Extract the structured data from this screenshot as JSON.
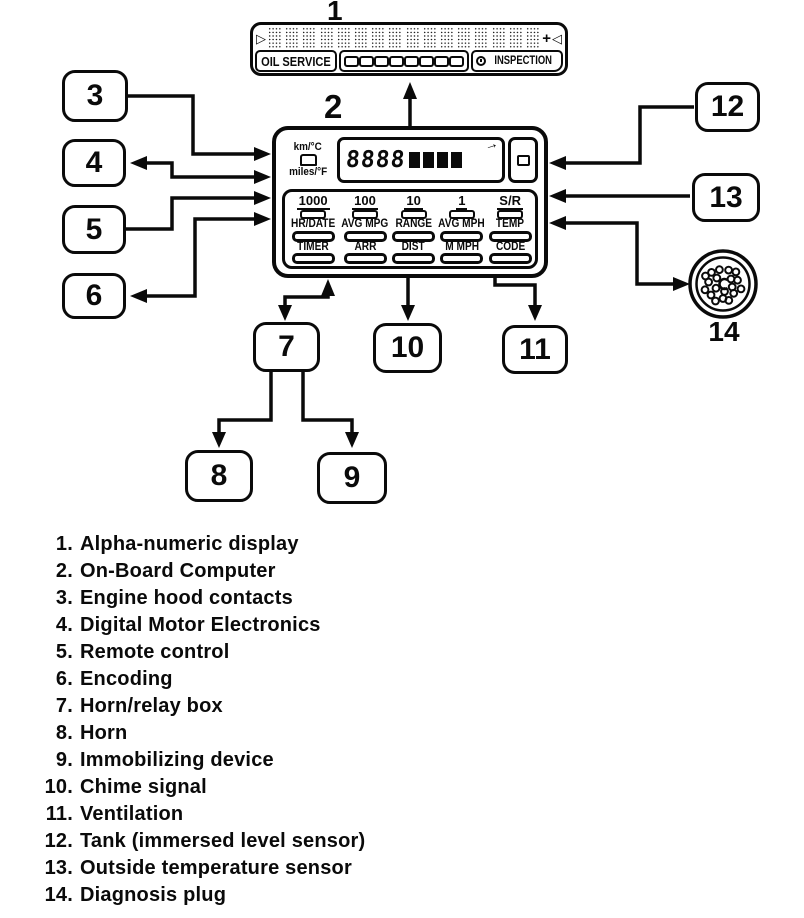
{
  "figure": {
    "display": {
      "label": "1",
      "left_arrow": "▷",
      "right_arrow": "◁",
      "plus": "+",
      "oil_service": "OIL SERVICE",
      "inspection": "INSPECTION"
    },
    "obc": {
      "label": "2",
      "unit_top": "km/°C",
      "unit_bottom": "miles/°F",
      "lcd_digits": "8888",
      "lcd_arrow": "→",
      "numbers": [
        "1000",
        "100",
        "10",
        "1",
        "S/R"
      ],
      "functions_top": [
        "HR/DATE",
        "AVG MPG",
        "RANGE",
        "AVG MPH",
        "TEMP"
      ],
      "functions_bottom": [
        "TIMER",
        "ARR",
        "DIST",
        "M MPH",
        "CODE"
      ]
    },
    "callouts": {
      "c3": "3",
      "c4": "4",
      "c5": "5",
      "c6": "6",
      "c7": "7",
      "c8": "8",
      "c9": "9",
      "c10": "10",
      "c11": "11",
      "c12": "12",
      "c13": "13",
      "c14": "14"
    },
    "line_color": "#0a0a0a"
  },
  "legend": {
    "items": [
      {
        "num": "1.",
        "label": "Alpha-numeric display"
      },
      {
        "num": "2.",
        "label": "On-Board Computer"
      },
      {
        "num": "3.",
        "label": "Engine hood contacts"
      },
      {
        "num": "4.",
        "label": "Digital Motor Electronics"
      },
      {
        "num": "5.",
        "label": "Remote control"
      },
      {
        "num": "6.",
        "label": "Encoding"
      },
      {
        "num": "7.",
        "label": "Horn/relay box"
      },
      {
        "num": "8.",
        "label": "Horn"
      },
      {
        "num": "9.",
        "label": "Immobilizing device"
      },
      {
        "num": "10.",
        "label": "Chime signal"
      },
      {
        "num": "11.",
        "label": "Ventilation"
      },
      {
        "num": "12.",
        "label": "Tank (immersed level sensor)"
      },
      {
        "num": "13.",
        "label": "Outside temperature sensor"
      },
      {
        "num": "14.",
        "label": "Diagnosis plug"
      }
    ]
  }
}
